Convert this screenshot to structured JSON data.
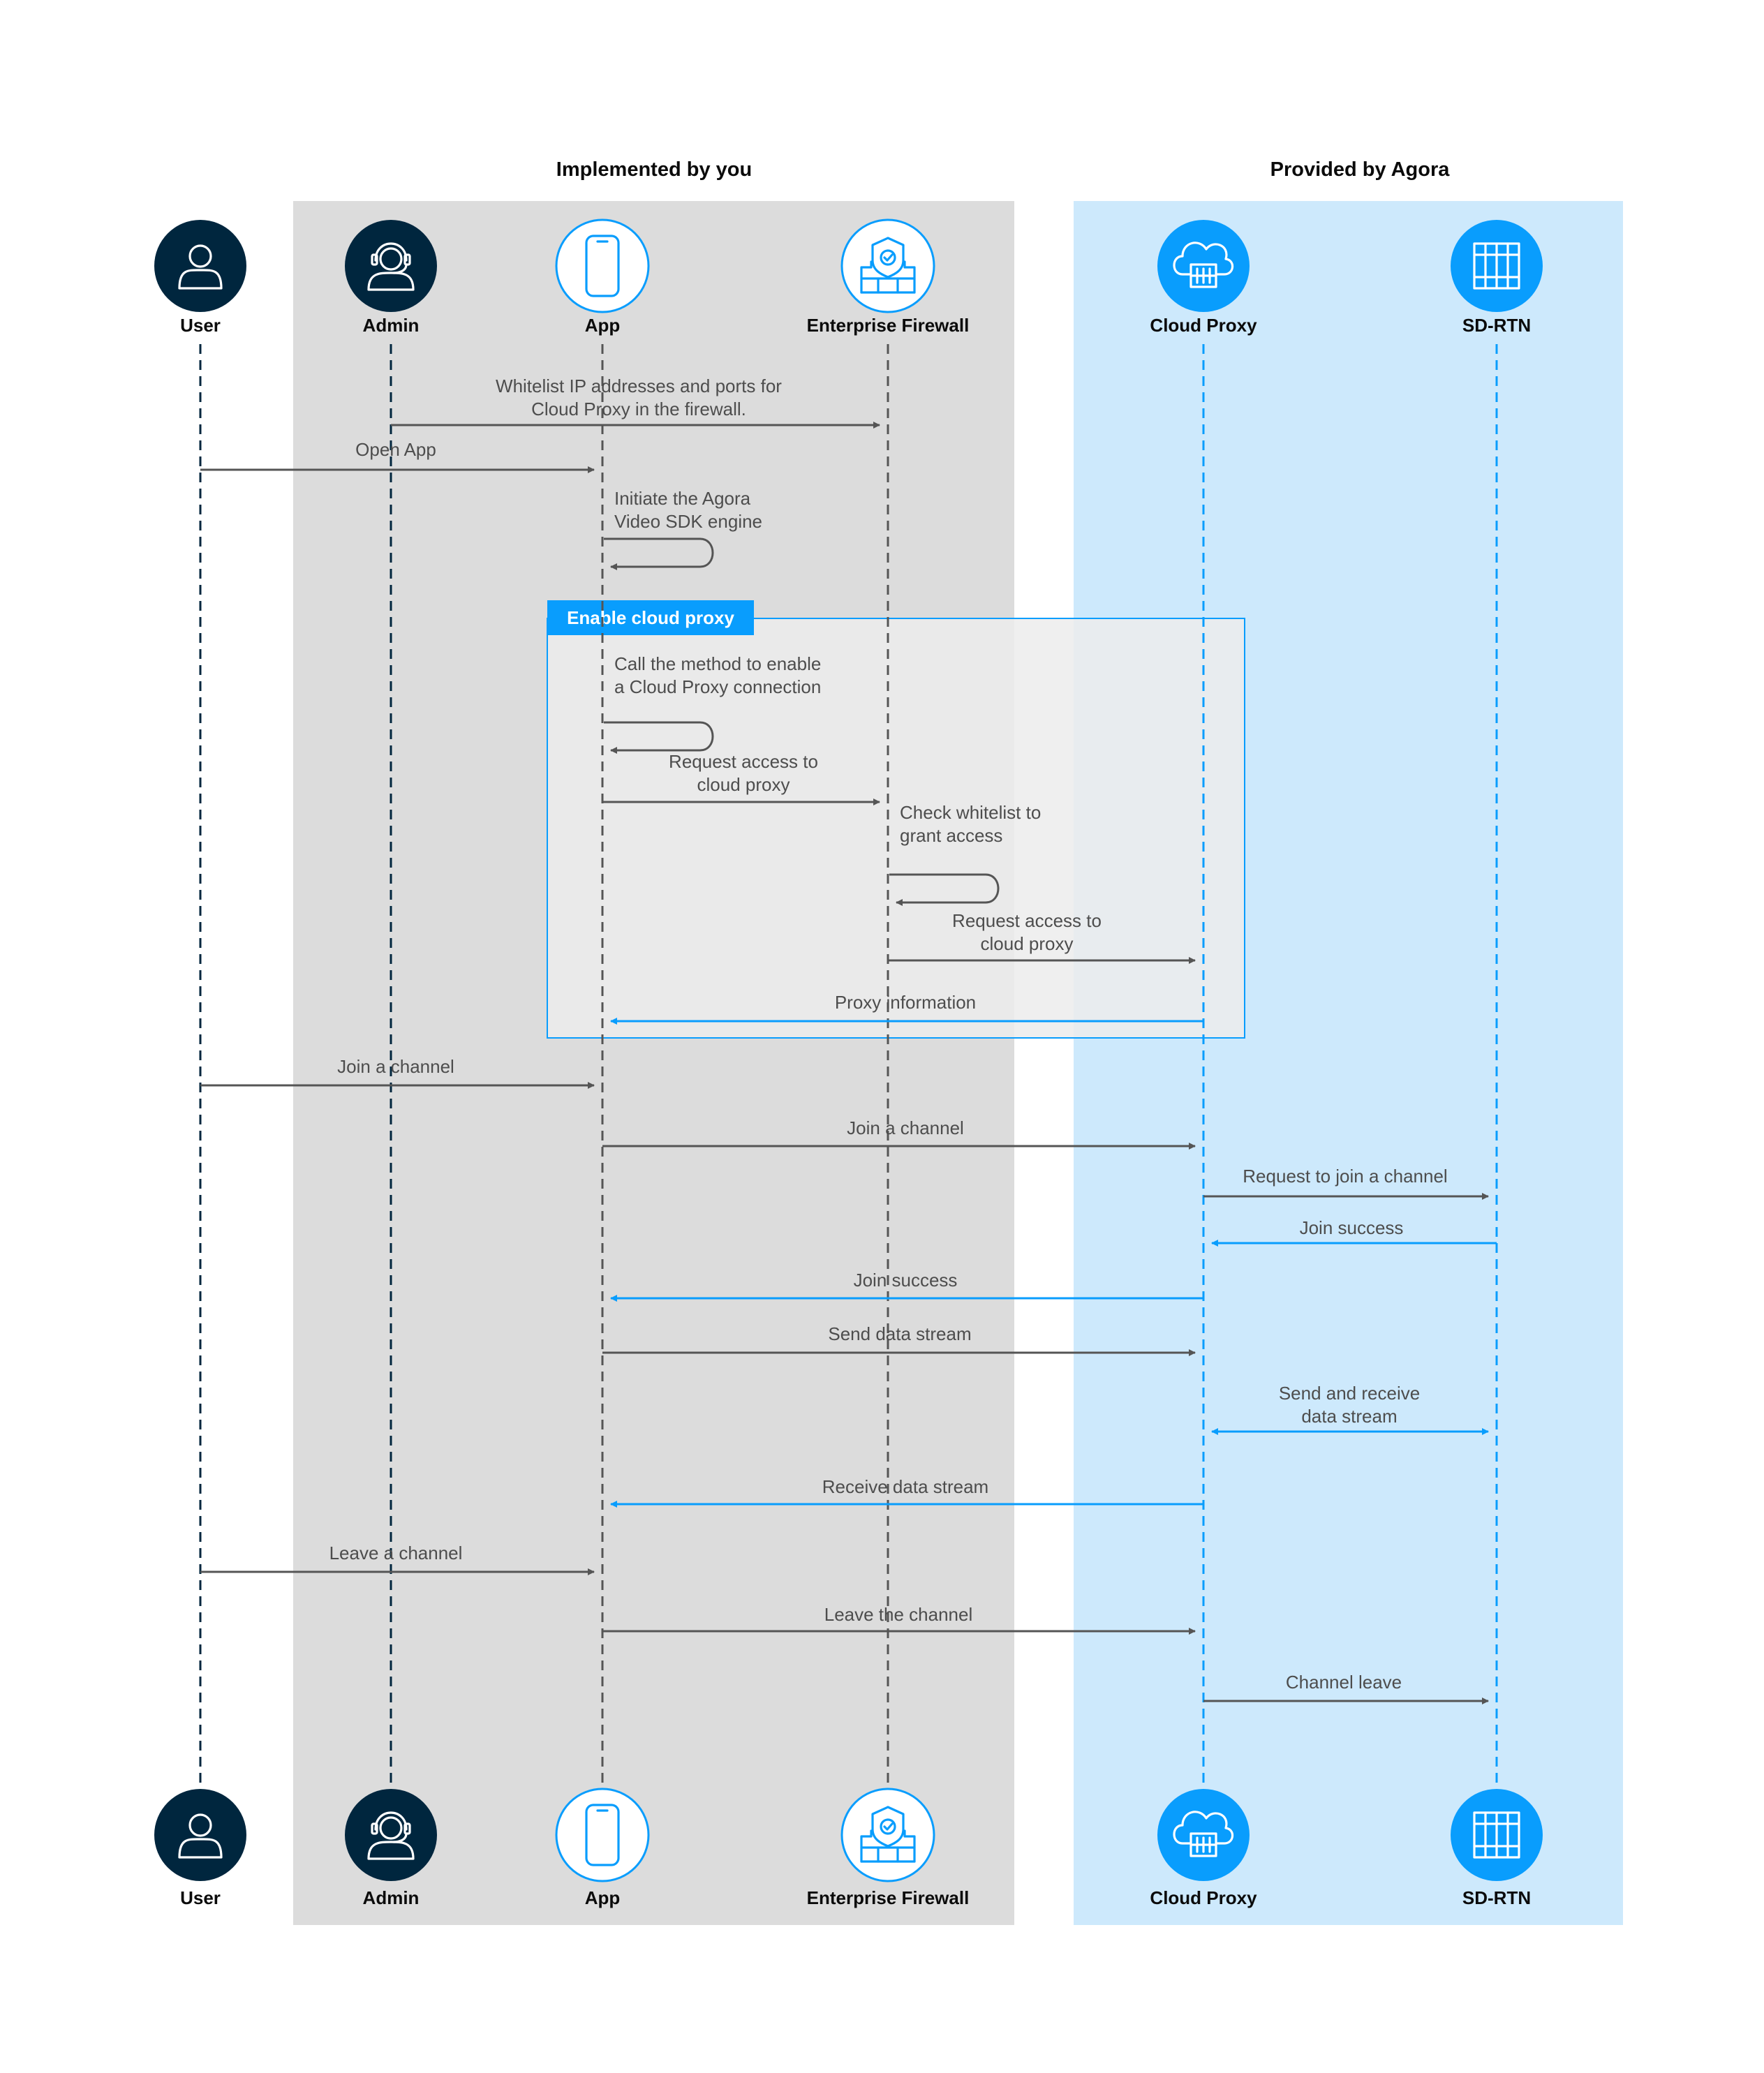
{
  "groups": {
    "implemented": "Implemented by you",
    "provided": "Provided by Agora"
  },
  "actors": [
    {
      "id": "user",
      "label": "User",
      "icon": "user-icon",
      "style": "dark"
    },
    {
      "id": "admin",
      "label": "Admin",
      "icon": "admin-headset-icon",
      "style": "dark"
    },
    {
      "id": "app",
      "label": "App",
      "icon": "phone-icon",
      "style": "outline"
    },
    {
      "id": "firewall",
      "label": "Enterprise Firewall",
      "icon": "firewall-shield-icon",
      "style": "outline"
    },
    {
      "id": "proxy",
      "label": "Cloud Proxy",
      "icon": "cloud-server-icon",
      "style": "blue"
    },
    {
      "id": "sdrtn",
      "label": "SD-RTN",
      "icon": "network-grid-icon",
      "style": "blue"
    }
  ],
  "frame": {
    "title": "Enable cloud proxy"
  },
  "messages": [
    {
      "from": "admin",
      "to": "firewall",
      "kind": "sync",
      "color": "gray",
      "lines": [
        "Whitelist IP addresses and ports for",
        "Cloud Proxy in the firewall."
      ]
    },
    {
      "from": "user",
      "to": "app",
      "kind": "sync",
      "color": "gray",
      "lines": [
        "Open App"
      ]
    },
    {
      "from": "app",
      "to": "app",
      "kind": "self",
      "color": "gray",
      "lines": [
        "Initiate the Agora",
        "Video SDK engine"
      ]
    },
    {
      "from": "app",
      "to": "app",
      "kind": "self",
      "color": "gray",
      "lines": [
        "Call the method to enable",
        "a Cloud Proxy connection"
      ]
    },
    {
      "from": "app",
      "to": "firewall",
      "kind": "sync",
      "color": "gray",
      "lines": [
        "Request access to",
        "cloud proxy"
      ]
    },
    {
      "from": "firewall",
      "to": "firewall",
      "kind": "self",
      "color": "gray",
      "lines": [
        "Check whitelist to",
        "grant access"
      ]
    },
    {
      "from": "firewall",
      "to": "proxy",
      "kind": "sync",
      "color": "gray",
      "lines": [
        "Request access to",
        "cloud proxy"
      ]
    },
    {
      "from": "proxy",
      "to": "app",
      "kind": "sync",
      "color": "blue",
      "lines": [
        "Proxy information"
      ]
    },
    {
      "from": "user",
      "to": "app",
      "kind": "sync",
      "color": "gray",
      "lines": [
        "Join a channel"
      ]
    },
    {
      "from": "app",
      "to": "proxy",
      "kind": "sync",
      "color": "gray",
      "lines": [
        "Join a channel"
      ]
    },
    {
      "from": "proxy",
      "to": "sdrtn",
      "kind": "sync",
      "color": "gray",
      "lines": [
        "Request to join a channel"
      ]
    },
    {
      "from": "sdrtn",
      "to": "proxy",
      "kind": "sync",
      "color": "blue",
      "lines": [
        "Join success"
      ]
    },
    {
      "from": "proxy",
      "to": "app",
      "kind": "sync",
      "color": "blue",
      "lines": [
        "Join success"
      ]
    },
    {
      "from": "app",
      "to": "proxy",
      "kind": "sync",
      "color": "gray",
      "lines": [
        "Send data stream"
      ]
    },
    {
      "from": "proxy",
      "to": "sdrtn",
      "kind": "both",
      "color": "blue",
      "lines": [
        "Send and receive",
        "data stream"
      ]
    },
    {
      "from": "proxy",
      "to": "app",
      "kind": "sync",
      "color": "blue",
      "lines": [
        "Receive data stream"
      ]
    },
    {
      "from": "user",
      "to": "app",
      "kind": "sync",
      "color": "gray",
      "lines": [
        "Leave a channel"
      ]
    },
    {
      "from": "app",
      "to": "proxy",
      "kind": "sync",
      "color": "gray",
      "lines": [
        "Leave the channel"
      ]
    },
    {
      "from": "proxy",
      "to": "sdrtn",
      "kind": "sync",
      "color": "gray",
      "lines": [
        "Channel leave"
      ]
    }
  ],
  "colors": {
    "dark": "#00263e",
    "blue": "#099dfd",
    "gray_arrow": "#555555",
    "left_band": "#dcdcdc",
    "right_band": "#cde9fc",
    "frame_fill": "#ececec",
    "frame_border": "#099dfd"
  }
}
